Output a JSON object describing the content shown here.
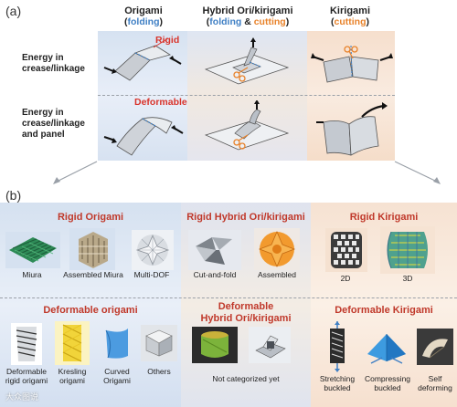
{
  "labels": {
    "panel_a": "(a)",
    "panel_b": "(b)",
    "watermark": "大众图说"
  },
  "panel_a": {
    "columns": [
      {
        "title": "Origami",
        "sub_open": "(",
        "sub_key": "folding",
        "sub_close": ")"
      },
      {
        "title": "Hybrid Ori/kirigami",
        "sub_open": "(",
        "sub_key1": "folding",
        "sub_amp": " & ",
        "sub_key2": "cutting",
        "sub_close": ")"
      },
      {
        "title": "Kirigami",
        "sub_open": "(",
        "sub_key": "cutting",
        "sub_close": ")"
      }
    ],
    "rows": [
      {
        "label": "Energy in crease/linkage"
      },
      {
        "label": "Energy in crease/linkage and panel"
      }
    ],
    "rigid_label": "Rigid",
    "deformable_label": "Deformable"
  },
  "panel_b": {
    "top": [
      {
        "title": "Rigid Origami",
        "items": [
          "Miura",
          "Assembled Miura",
          "Multi-DOF"
        ]
      },
      {
        "title": "Rigid Hybrid Ori/kirigami",
        "items": [
          "Cut-and-fold",
          "Assembled"
        ]
      },
      {
        "title": "Rigid Kirigami",
        "items": [
          "2D",
          "3D"
        ]
      }
    ],
    "bottom": [
      {
        "title": "Deformable origami",
        "items": [
          "Deformable rigid origami",
          "Kresling origami",
          "Curved Origami",
          "Others"
        ]
      },
      {
        "title_line1": "Deformable",
        "title_line2": "Hybrid Ori/kirigami",
        "items": [
          "Not categorized yet"
        ]
      },
      {
        "title": "Deformable Kirigami",
        "items": [
          "Stretching buckled",
          "Compressing buckled",
          "Self deforming"
        ]
      }
    ]
  },
  "colors": {
    "blue_accent": "#3f7fc4",
    "orange_accent": "#e8822a",
    "red_label": "#d9342b",
    "title_red": "#c0392b"
  }
}
